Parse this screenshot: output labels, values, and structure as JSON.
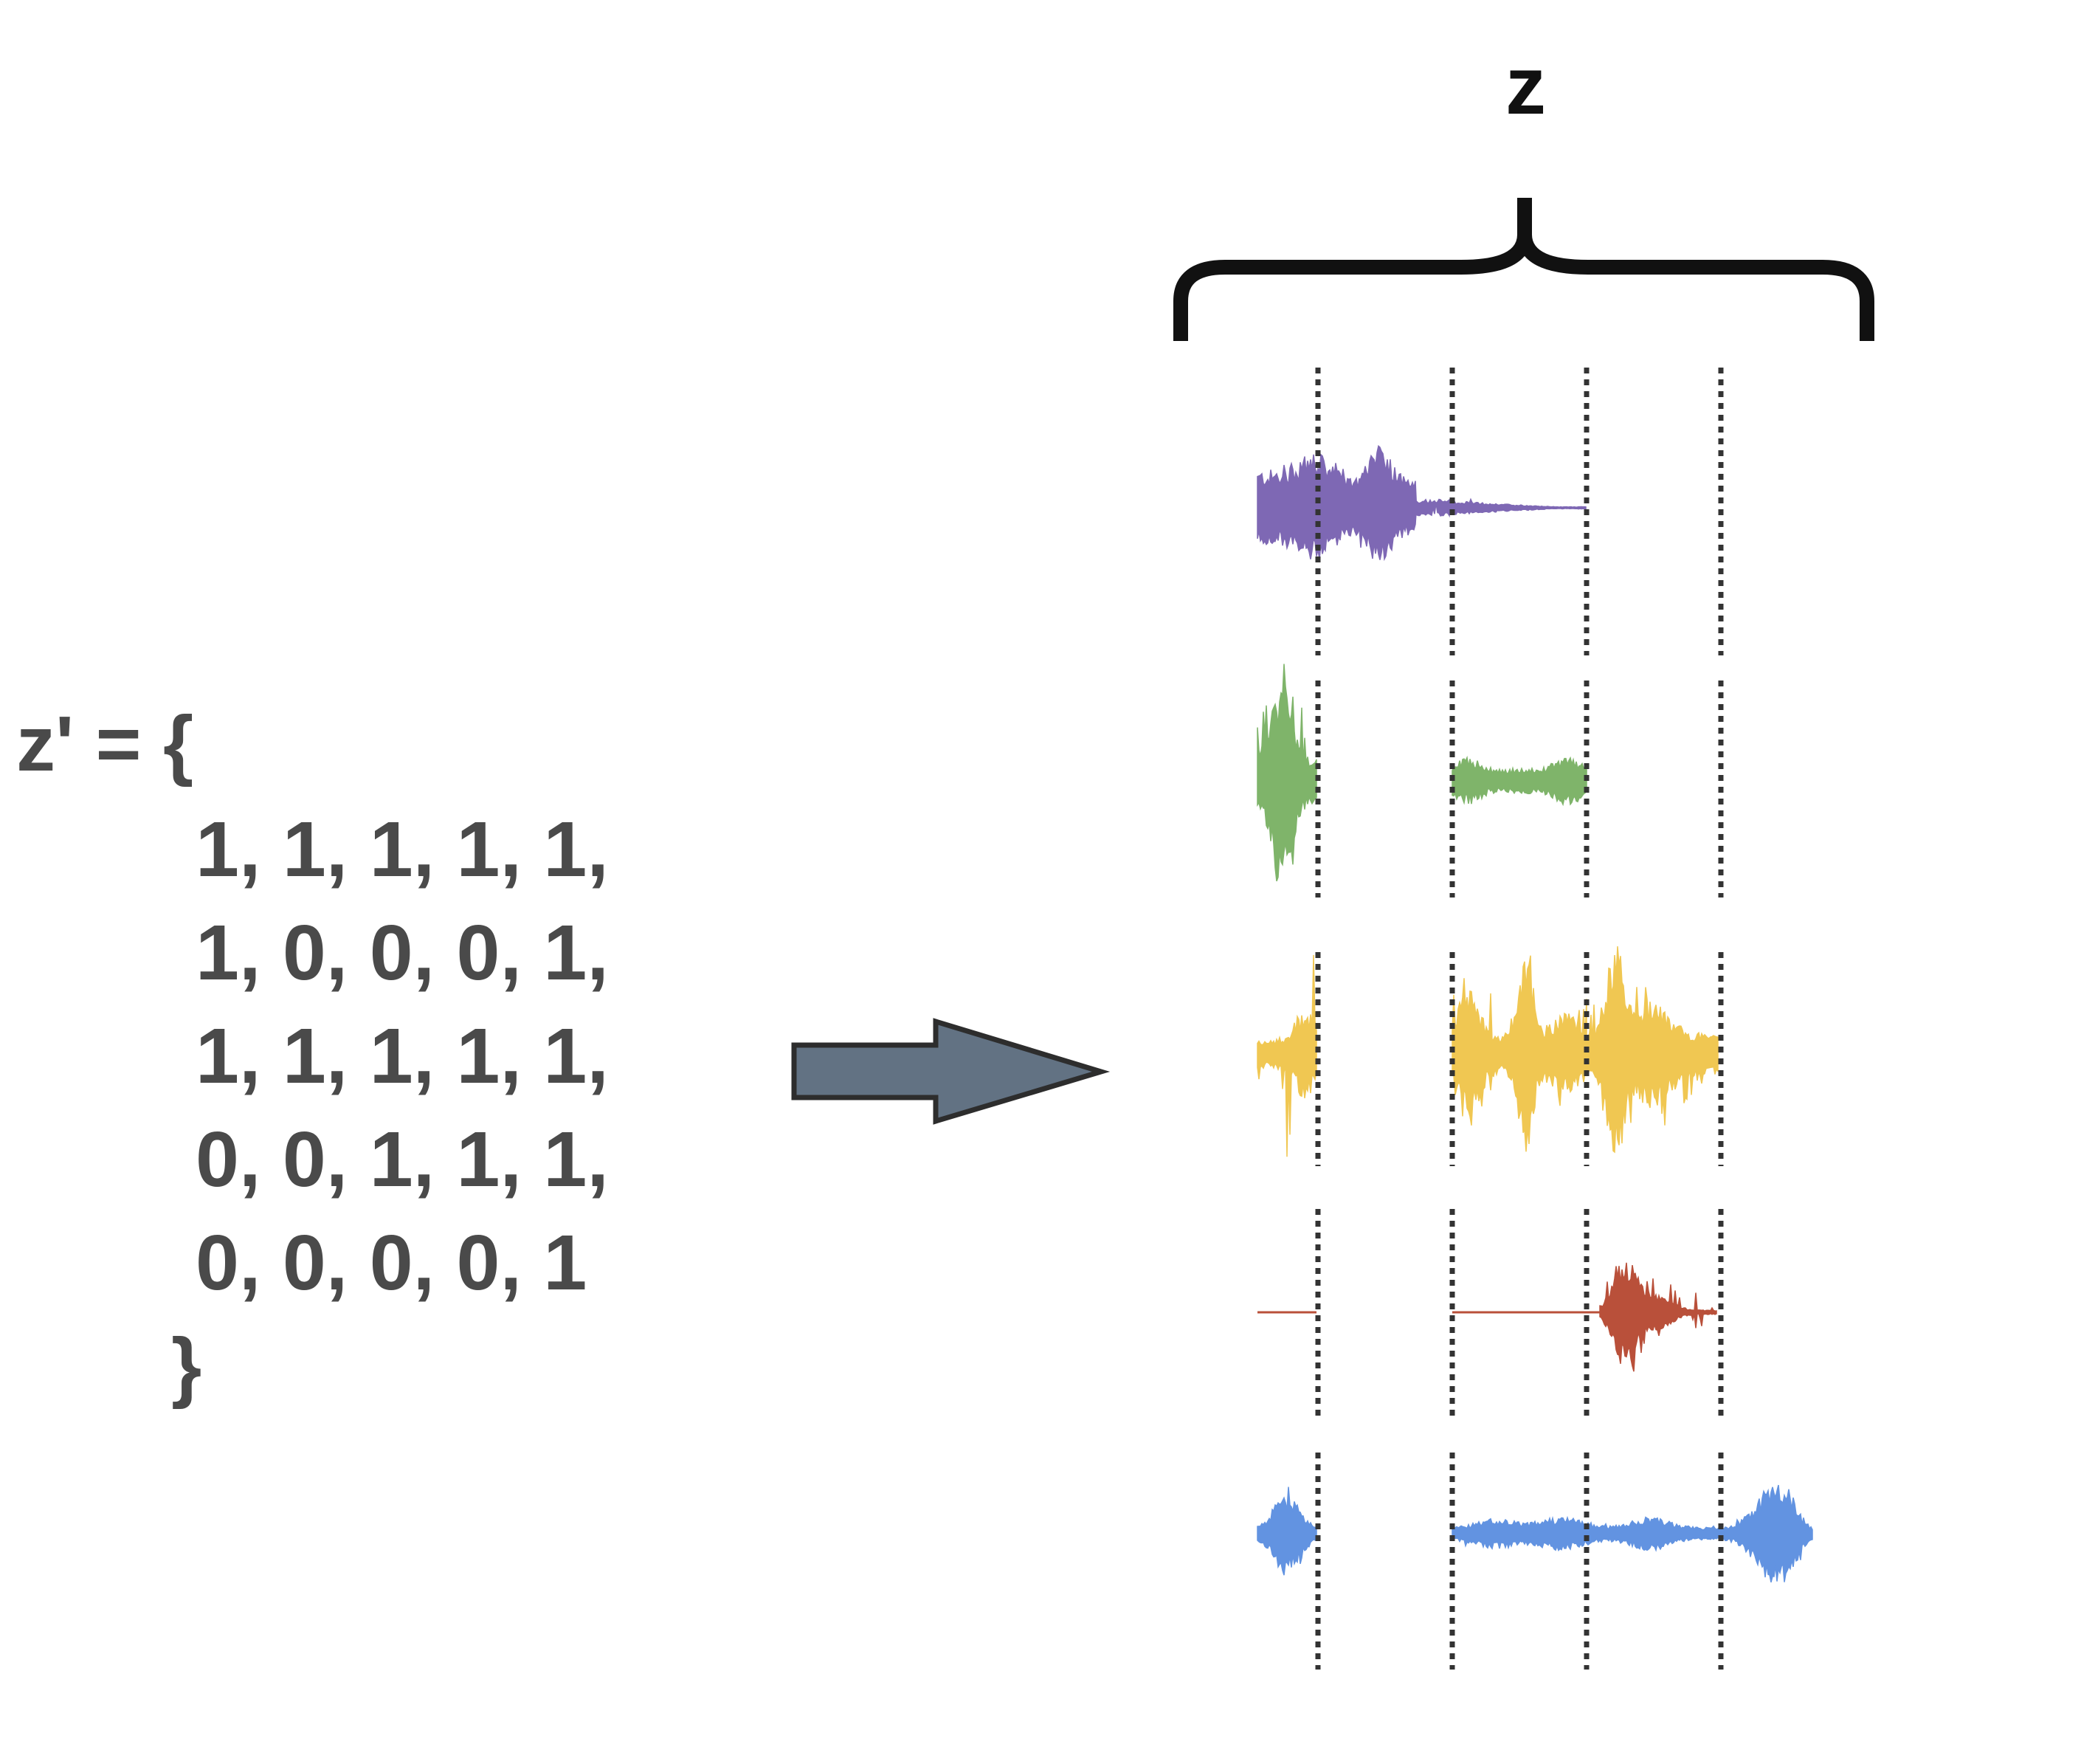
{
  "z_label": "z",
  "formula": {
    "header": "z' = {",
    "rows": [
      "1, 1, 1, 1, 1,",
      "1, 0, 0, 0, 1,",
      "1, 1, 1, 1, 1,",
      "0, 0, 1, 1, 1,",
      "0, 0, 0, 0, 1"
    ],
    "footer": "}"
  },
  "mask": [
    [
      1,
      1,
      1,
      1,
      1
    ],
    [
      1,
      0,
      0,
      0,
      1
    ],
    [
      1,
      1,
      1,
      1,
      1
    ],
    [
      0,
      0,
      1,
      1,
      1
    ],
    [
      0,
      0,
      0,
      0,
      1
    ]
  ],
  "colors": {
    "text": "#4a4a4a",
    "arrow_fill": "#627283",
    "arrow_stroke": "#2d2d2d",
    "divider": "#333333",
    "brace": "#111111",
    "waveforms": [
      "#7e68b4",
      "#7fb46a",
      "#f0c752",
      "#b9503a",
      "#6293e1"
    ]
  }
}
